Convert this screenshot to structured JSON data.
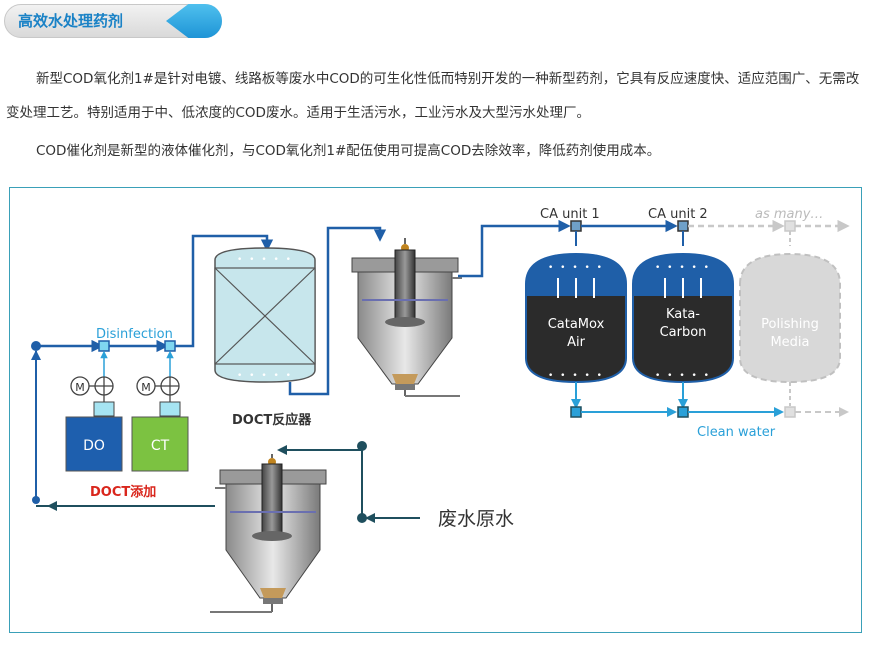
{
  "header": {
    "title": "高效水处理药剂",
    "accent_color": "#29a8e2"
  },
  "paragraphs": [
    "新型COD氧化剂1#是针对电镀、线路板等废水中COD的可生化性低而特别开发的一种新型药剂，它具有反应速度快、适应范围广、无需改变处理工艺。特别适用于中、低浓度的COD废水。适用于生活污水，工业污水及大型污水处理厂。",
    "COD催化剂是新型的液体催化剂，与COD氧化剂1#配伍使用可提高COD去除效率，降低药剂使用成本。"
  ],
  "diagram": {
    "disinfection_label": "Disinfection",
    "tank_do_label": "DO",
    "tank_ct_label": "CT",
    "pump_symbol": "M",
    "doct_add_label": "DOCT添加",
    "doct_reactor_label": "DOCT反应器",
    "ca_unit_1_label": "CA unit 1",
    "ca_unit_2_label": "CA unit 2",
    "as_many_label": "as many…",
    "vessel_1_label_line1": "CataMox",
    "vessel_1_label_line2": "Air",
    "vessel_2_label_line1": "Kata-",
    "vessel_2_label_line2": "Carbon",
    "vessel_3_label_line1": "Polishing",
    "vessel_3_label_line2": "Media",
    "clean_water_label": "Clean water",
    "raw_wastewater_label": "废水原水",
    "colors": {
      "pipe_blue": "#1f5fa8",
      "light_pipe": "#2aa0d8",
      "dark_teal": "#1f4f5e",
      "do_tank": "#1e5fae",
      "ct_tank": "#7cc241",
      "doct_red": "#d9261c",
      "vessel_blue": "#1f5fa8",
      "media_dark": "#2b2b2b",
      "faded": "#c8c8c8"
    }
  }
}
